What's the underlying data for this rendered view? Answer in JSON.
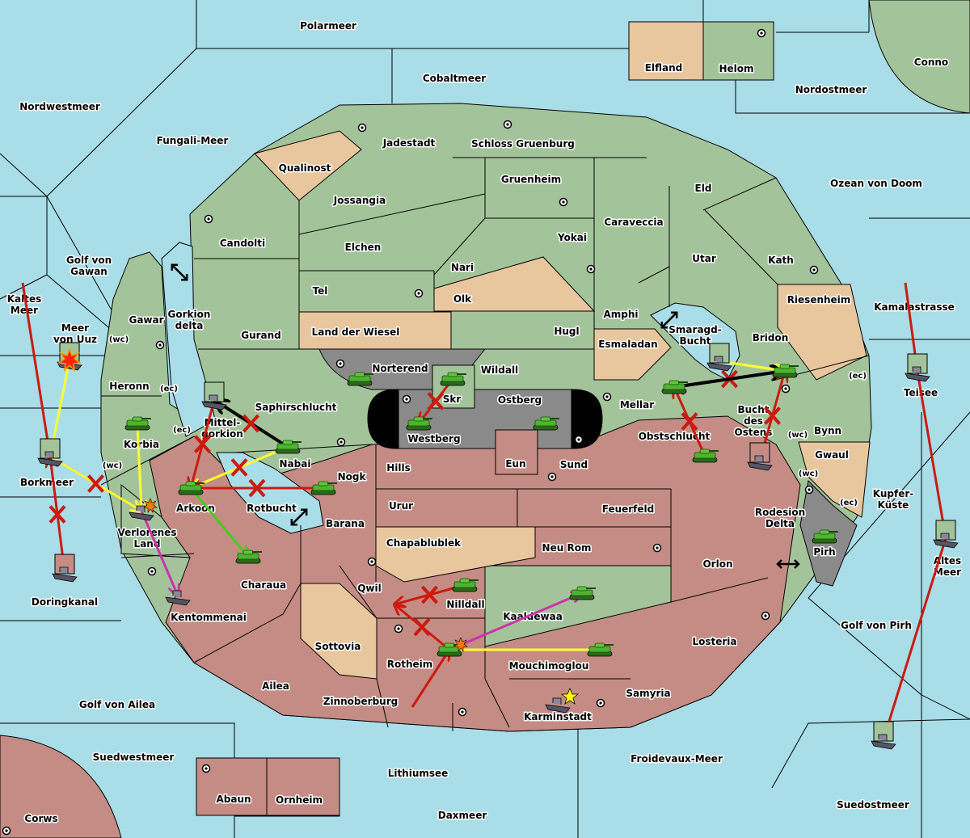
{
  "colors": {
    "sea": "#a9dde8",
    "neutral_land": "#a3c49a",
    "power_tan": "#e8c69e",
    "power_red": "#c48c84",
    "impassable": "#8a8a8a",
    "move": "#cc1a10",
    "support": "#ffff33",
    "convoy": "#cc33aa",
    "hold_support": "#44cc22",
    "block": "#000000"
  },
  "seas": [
    "Polarmeer",
    "Cobaltmeer",
    "Nordwestmeer",
    "Fungali-Meer",
    "Nordostmeer",
    "Ozean von Doom",
    "Golf von Gawan",
    "Kaltes Meer",
    "Meer von Uuz",
    "Kamalastrasse",
    "Teisee",
    "Borkmeer",
    "Kupfer-Küste",
    "Altes Meer",
    "Doringkanal",
    "Golf von Pirh",
    "Golf von Ailea",
    "Suedwestmeer",
    "Froidevaux-Meer",
    "Lithiumsee",
    "Daxmeer",
    "Suedostmeer",
    "Rotbucht",
    "Smaragd-Bucht",
    "Gorkion delta",
    "Mittel-gorkion",
    "Rodesion Delta",
    "Bucht des Ostens"
  ],
  "lands": [
    "Elfland",
    "Helom",
    "Conno",
    "Corws",
    "Abaun",
    "Ornheim",
    "Jadestadt",
    "Schloss Gruenburg",
    "Qualinost",
    "Gruenheim",
    "Jossangia",
    "Eld",
    "Caraveccia",
    "Candolti",
    "Elchen",
    "Yokai",
    "Nari",
    "Utar",
    "Kath",
    "Tel",
    "Olk",
    "Riesenheim",
    "Amphi",
    "Gawar",
    "Gurand",
    "Land der Wiesel",
    "Hugl",
    "Esmaladan",
    "Bridon",
    "Heronn",
    "Norterend",
    "Wildall",
    "Skr",
    "Ostberg",
    "Mellar",
    "Saphirschlucht",
    "Westberg",
    "Korbia",
    "Obstschlucht",
    "Bynn",
    "Nabai",
    "Hills",
    "Eun",
    "Sund",
    "Gwaul",
    "Nogk",
    "Urur",
    "Feuerfeld",
    "Arkoon",
    "Barana",
    "Verlorenes Land",
    "Chapablublek",
    "Neu Rom",
    "Orlon",
    "Pirh",
    "Charaua",
    "Qwil",
    "Nilldall",
    "Kaaldewaa",
    "Kentommenai",
    "Losteria",
    "Sottovia",
    "Rotheim",
    "Mouchimoglou",
    "Ailea",
    "Samyria",
    "Zinnoberburg",
    "Karminstadt"
  ],
  "coast_tags": [
    "(wc)",
    "(ec)",
    "(ec)",
    "(wc)",
    "(ec)",
    "(wc)",
    "(wc)",
    "(ec)"
  ],
  "units": [
    {
      "type": "army",
      "at": "Norterend"
    },
    {
      "type": "army",
      "at": "Skr"
    },
    {
      "type": "army",
      "at": "Westberg"
    },
    {
      "type": "army",
      "at": "Ostberg"
    },
    {
      "type": "army",
      "at": "Korbia"
    },
    {
      "type": "army",
      "at": "Nabai"
    },
    {
      "type": "army",
      "at": "Nogk"
    },
    {
      "type": "army",
      "at": "Arkoon"
    },
    {
      "type": "army",
      "at": "Charaua"
    },
    {
      "type": "army",
      "at": "Nilldall"
    },
    {
      "type": "army",
      "at": "Kaaldewaa"
    },
    {
      "type": "army",
      "at": "Rotheim"
    },
    {
      "type": "army",
      "at": "Mouchimoglou"
    },
    {
      "type": "army",
      "at": "Mellar"
    },
    {
      "type": "army",
      "at": "Bridon"
    },
    {
      "type": "army",
      "at": "Obstschlucht"
    },
    {
      "type": "army",
      "at": "Pirh"
    },
    {
      "type": "fleet",
      "at": "Borkmeer"
    },
    {
      "type": "fleet",
      "at": "Meer von Uuz",
      "dislodged": true
    },
    {
      "type": "fleet",
      "at": "Mittel-gorkion"
    },
    {
      "type": "fleet",
      "at": "Verlorenes Land"
    },
    {
      "type": "fleet",
      "at": "Kentommenai"
    },
    {
      "type": "fleet",
      "at": "Doringkanal"
    },
    {
      "type": "fleet",
      "at": "Smaragd-Bucht"
    },
    {
      "type": "fleet",
      "at": "Bucht des Ostens"
    },
    {
      "type": "fleet",
      "at": "Teisee"
    },
    {
      "type": "fleet",
      "at": "Altes Meer"
    },
    {
      "type": "fleet",
      "at": "Suedostmeer"
    },
    {
      "type": "fleet",
      "at": "Karminstadt"
    }
  ],
  "orders": [
    {
      "kind": "move",
      "from": "Kaltes Meer",
      "to": "Borkmeer"
    },
    {
      "kind": "move",
      "from": "Borkmeer",
      "to": "Verlorenes Land"
    },
    {
      "kind": "move",
      "from": "Doringkanal",
      "to": "Borkmeer",
      "failed": true
    },
    {
      "kind": "support",
      "from": "Meer von Uuz",
      "to": "Borkmeer"
    },
    {
      "kind": "support",
      "from": "Korbia",
      "to": "Verlorenes Land"
    },
    {
      "kind": "support",
      "from": "Borkmeer",
      "to": "Verlorenes Land",
      "failed": true
    },
    {
      "kind": "convoy",
      "from": "Verlorenes Land",
      "to": "Kentommenai"
    },
    {
      "kind": "move",
      "from": "Mittel-gorkion",
      "to": "Arkoon",
      "failed": true
    },
    {
      "kind": "hold_support",
      "from": "Arkoon",
      "to": "Charaua"
    },
    {
      "kind": "support",
      "from": "Nabai",
      "to": "Arkoon",
      "failed": true
    },
    {
      "kind": "move",
      "from": "Nogk",
      "to": "Arkoon",
      "failed": true
    },
    {
      "kind": "block",
      "from": "Nabai",
      "to": "Mittel-gorkion",
      "failed": true
    },
    {
      "kind": "move",
      "from": "Skr",
      "to": "Westberg",
      "failed": true
    },
    {
      "kind": "move",
      "from": "Nilldall",
      "to": "Qwil",
      "failed": true
    },
    {
      "kind": "move",
      "from": "Rotheim",
      "to": "Qwil",
      "failed": true
    },
    {
      "kind": "move",
      "from": "Zinnoberburg",
      "to": "Rotheim"
    },
    {
      "kind": "convoy",
      "from": "Rotheim",
      "to": "Kaaldewaa"
    },
    {
      "kind": "support",
      "from": "Mouchimoglou",
      "to": "Rotheim"
    },
    {
      "kind": "support",
      "from": "Mellar",
      "to": "Bridon",
      "failed": true
    },
    {
      "kind": "block",
      "from": "Mellar",
      "to": "Bridon"
    },
    {
      "kind": "move",
      "from": "Obstschlucht",
      "to": "Mellar",
      "failed": true
    },
    {
      "kind": "move",
      "from": "Bucht des Ostens",
      "to": "Bridon",
      "failed": true
    },
    {
      "kind": "support",
      "from": "Smaragd-Bucht",
      "to": "Bridon"
    },
    {
      "kind": "move",
      "from": "Kamalastrasse",
      "to": "Teisee"
    },
    {
      "kind": "move",
      "from": "Teisee",
      "to": "Altes Meer"
    },
    {
      "kind": "move",
      "from": "Altes Meer",
      "to": "Suedostmeer"
    }
  ]
}
